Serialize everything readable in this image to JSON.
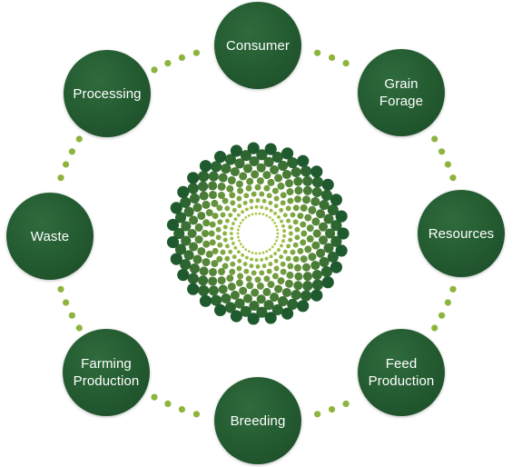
{
  "colors": {
    "node_fill": "#235a30",
    "connector_dot": "#8db43c",
    "rosette_outer": "#1f5a2e",
    "rosette_inner": "#a9c94a",
    "text": "#ffffff"
  },
  "nodes": [
    {
      "id": "consumer",
      "label": "Consumer"
    },
    {
      "id": "grain-forage",
      "label": "Grain\nForage"
    },
    {
      "id": "resources",
      "label": "Resources"
    },
    {
      "id": "feed-production",
      "label": "Feed\nProduction"
    },
    {
      "id": "breeding",
      "label": "Breeding"
    },
    {
      "id": "farming-production",
      "label": "Farming\nProduction"
    },
    {
      "id": "waste",
      "label": "Waste"
    },
    {
      "id": "processing",
      "label": "Processing"
    }
  ]
}
